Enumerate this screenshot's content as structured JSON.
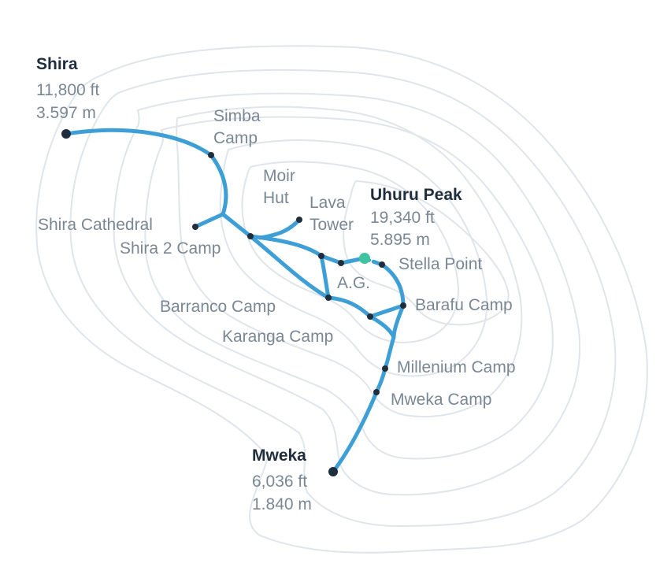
{
  "colors": {
    "route": "#3d9fd6",
    "contour": "#dfe5ea",
    "stop": "#1f2d3d",
    "summit": "#3ec4a0",
    "label": "#7a8794",
    "major_label": "#1f2d3d"
  },
  "major_points": {
    "shira": {
      "name": "Shira",
      "feet": "11,800 ft",
      "meters": "3.597 m"
    },
    "uhuru": {
      "name": "Uhuru Peak",
      "feet": "19,340 ft",
      "meters": "5.895 m"
    },
    "mweka": {
      "name": "Mweka",
      "feet": "6,036 ft",
      "meters": "1.840 m"
    }
  },
  "camps": {
    "simba_1": "Simba",
    "simba_2": "Camp",
    "moir_1": "Moir",
    "moir_2": "Hut",
    "lava_1": "Lava",
    "lava_2": "Tower",
    "shira_cathedral": "Shira Cathedral",
    "shira_2_camp": "Shira 2 Camp",
    "stella_point": "Stella Point",
    "ag": "A.G.",
    "barranco_camp": "Barranco Camp",
    "barafu_camp": "Barafu Camp",
    "karanga_camp": "Karanga Camp",
    "millenium_camp": "Millenium Camp",
    "mweka_camp": "Mweka Camp"
  }
}
